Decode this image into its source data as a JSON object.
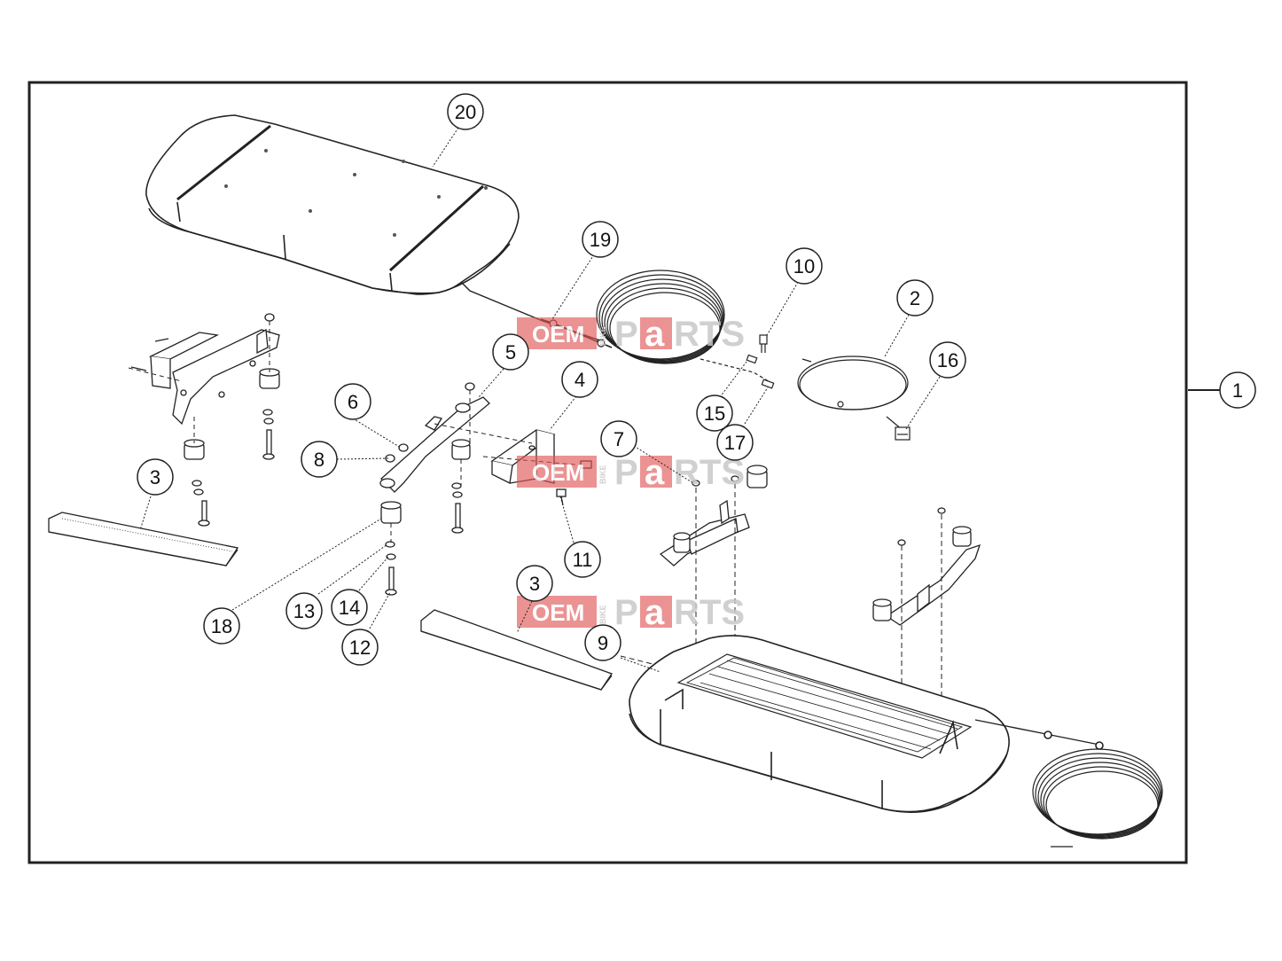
{
  "callouts": [
    {
      "label": "20"
    },
    {
      "label": "19"
    },
    {
      "label": "10"
    },
    {
      "label": "2"
    },
    {
      "label": "16"
    },
    {
      "label": "1"
    },
    {
      "label": "5"
    },
    {
      "label": "4"
    },
    {
      "label": "6"
    },
    {
      "label": "8"
    },
    {
      "label": "7"
    },
    {
      "label": "15"
    },
    {
      "label": "17"
    },
    {
      "label": "3"
    },
    {
      "label": "11"
    },
    {
      "label": "3"
    },
    {
      "label": "13"
    },
    {
      "label": "14"
    },
    {
      "label": "18"
    },
    {
      "label": "12"
    },
    {
      "label": "9"
    }
  ],
  "watermark": {
    "oem": "OEM",
    "bike": "BIKE",
    "parts_pre": "P",
    "parts_a": "a",
    "parts_post": "RTS"
  },
  "colors": {
    "line": "#222222",
    "watermark_red": "#e05555",
    "watermark_grey": "#c8c8c8"
  }
}
